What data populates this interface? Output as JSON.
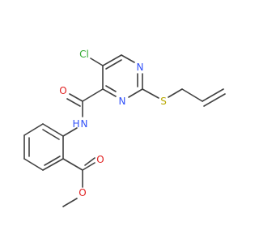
{
  "molecule": {
    "atoms": {
      "chlorine": "Cl",
      "nitrogen_ring_top": "N",
      "nitrogen_ring_bottom": "N",
      "sulfur": "S",
      "amide_oxygen": "O",
      "amide_nitrogen_h": "H",
      "amide_nitrogen": "N",
      "ester_carbonyl_oxygen": "O",
      "ester_oxygen": "O"
    },
    "colors": {
      "bond": "#404040",
      "chlorine": "#33aa33",
      "nitrogen": "#3050f8",
      "oxygen": "#e02020",
      "sulfur": "#b8a800"
    }
  }
}
